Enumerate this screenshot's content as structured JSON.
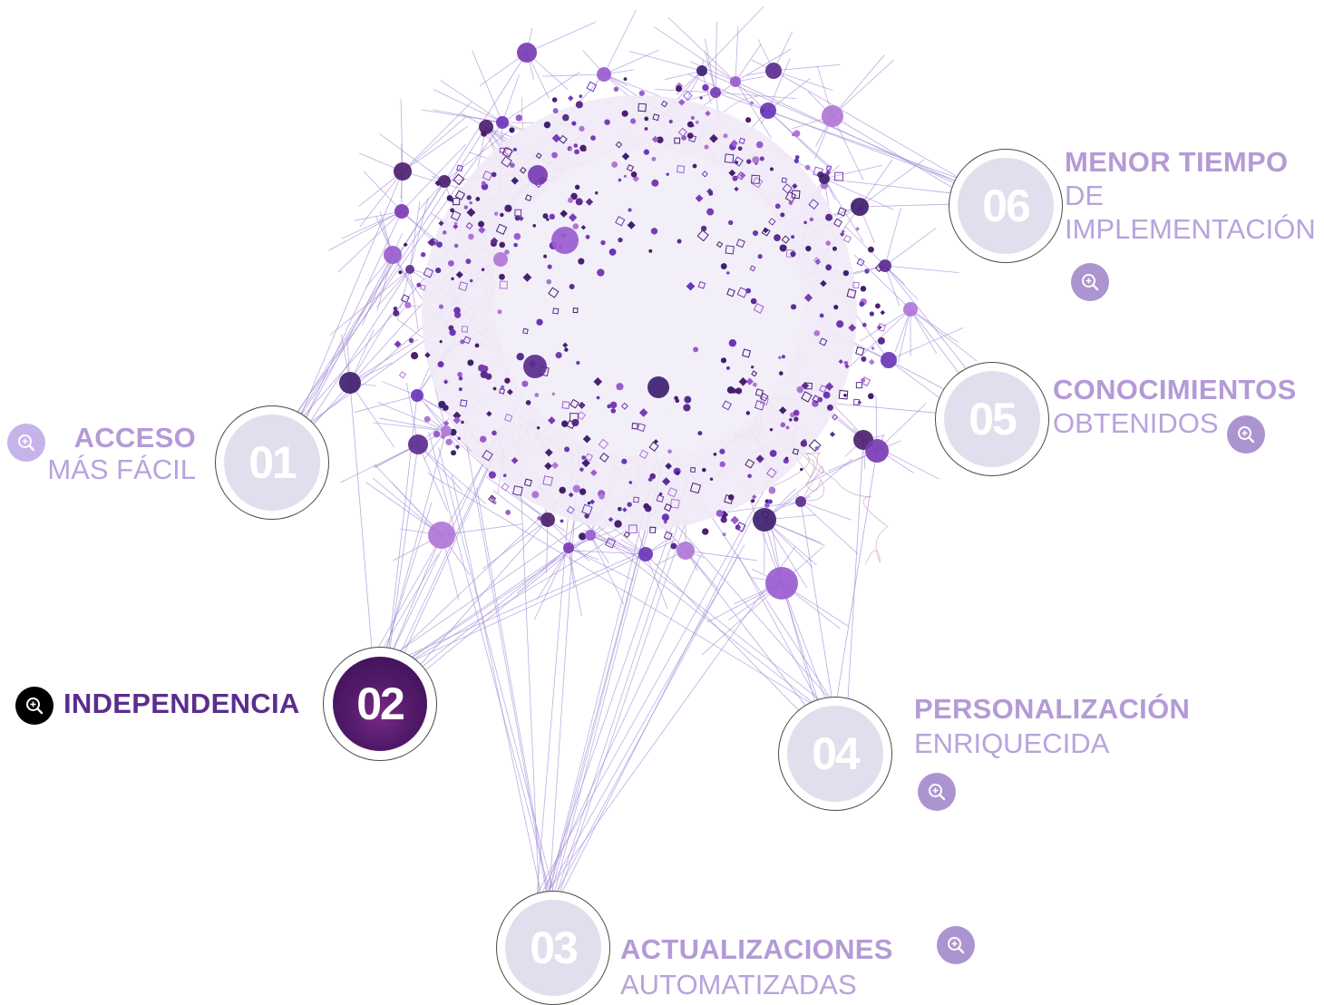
{
  "steps": [
    {
      "number": "01",
      "title": "ACCESO",
      "subtitle": "MÁS FÁCIL"
    },
    {
      "number": "02",
      "title": "INDEPENDENCIA",
      "subtitle": ""
    },
    {
      "number": "03",
      "title": "ACTUALIZACIONES",
      "subtitle": "AUTOMATIZADAS"
    },
    {
      "number": "04",
      "title": "PERSONALIZACIÓN",
      "subtitle": "ENRIQUECIDA"
    },
    {
      "number": "05",
      "title": "CONOCIMIENTOS",
      "subtitle": "OBTENIDOS"
    },
    {
      "number": "06",
      "title": "MENOR TIEMPO",
      "subtitle_line1": "DE",
      "subtitle_line2": "IMPLEMENTACIÓN"
    }
  ],
  "active_step": "02",
  "icons": [
    "zoom-in-icon"
  ],
  "colors": {
    "accent_dark": "#5b2d8e",
    "accent_light": "#b49ad6",
    "node_fill": "#e3deed",
    "active_node": "#521a6a",
    "edge": "#9d86d0",
    "cloud": "#eee8f5"
  }
}
